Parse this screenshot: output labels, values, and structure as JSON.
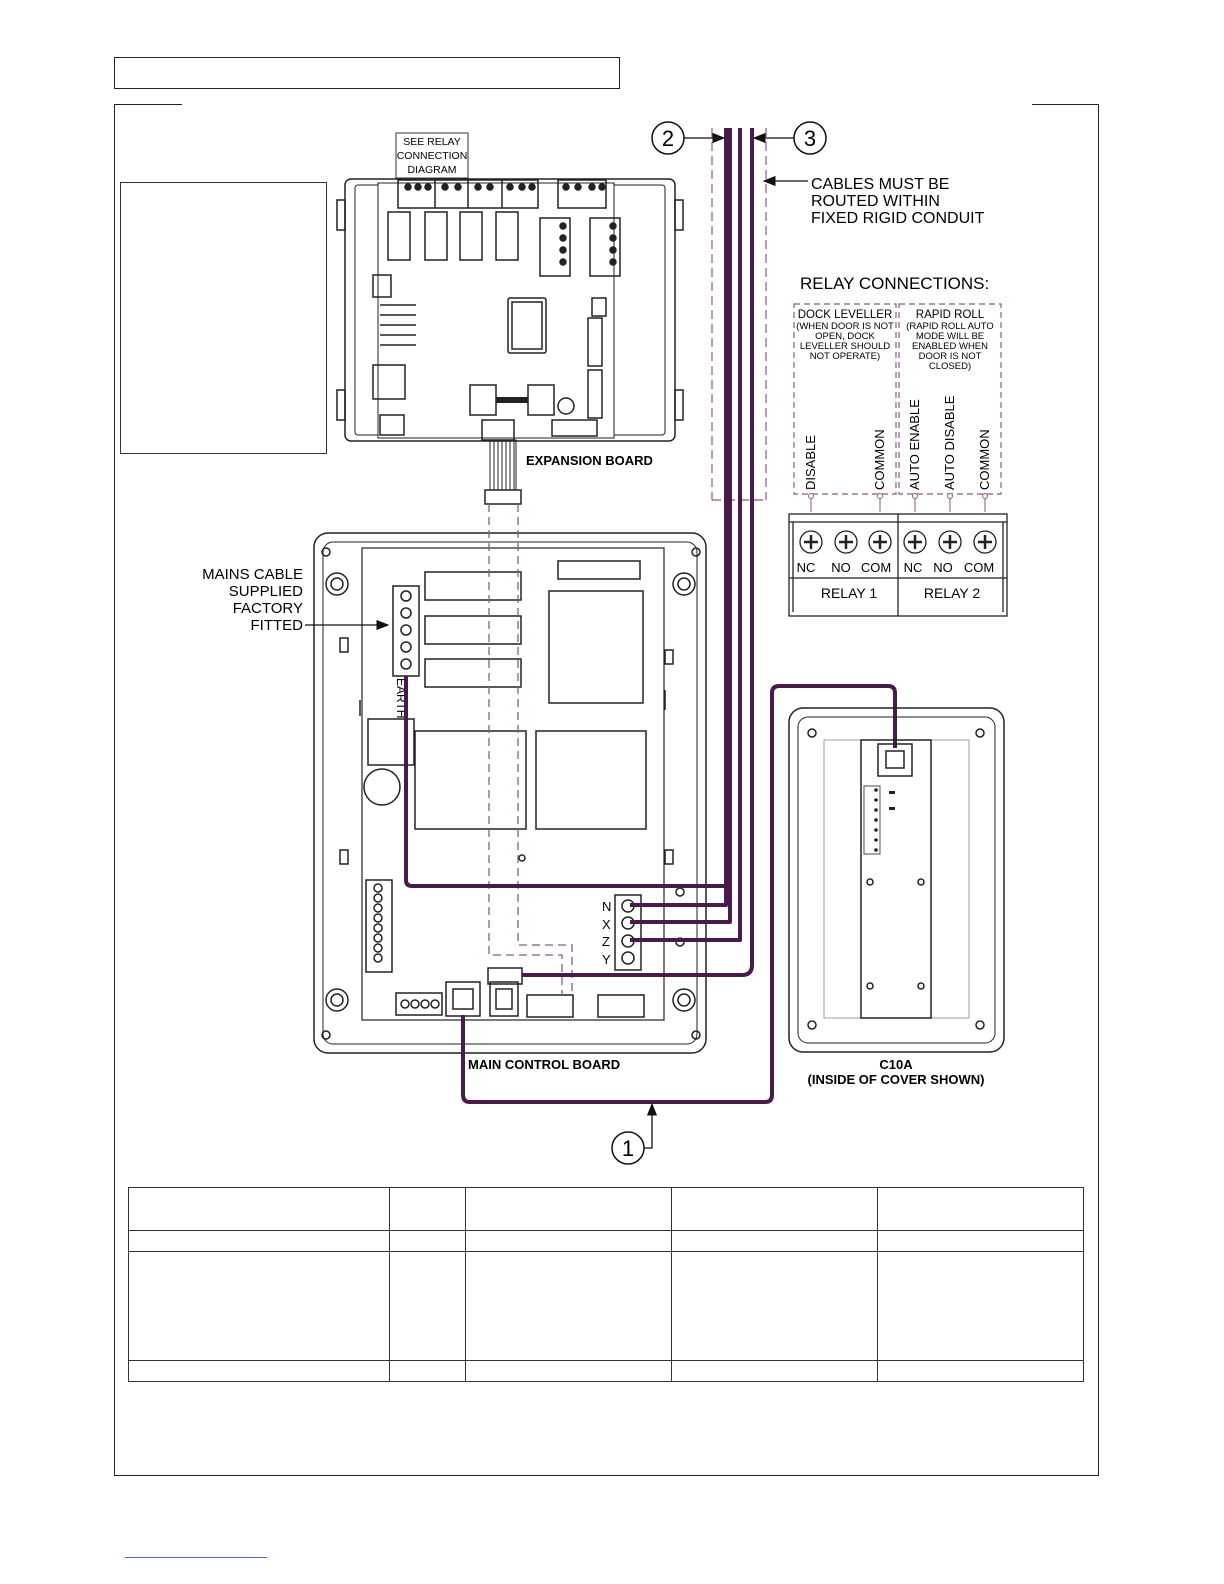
{
  "labels": {
    "see_relay_1": "SEE RELAY",
    "see_relay_2": "CONNECTION",
    "see_relay_3": "DIAGRAM",
    "expansion_board": "EXPANSION BOARD",
    "main_control_board": "MAIN CONTROL BOARD",
    "c10a": "C10A",
    "c10a_sub": "(INSIDE OF COVER SHOWN)",
    "cables_1": "CABLES MUST BE",
    "cables_2": "ROUTED WITHIN",
    "cables_3": "FIXED RIGID CONDUIT",
    "relay_connections": "RELAY CONNECTIONS:",
    "mains_1": "MAINS CABLE",
    "mains_2": "SUPPLIED",
    "mains_3": "FACTORY",
    "mains_4": "FITTED",
    "earth": "EARTH",
    "terminal_n": "N",
    "terminal_x": "X",
    "terminal_z": "Z",
    "terminal_y": "Y"
  },
  "callouts": {
    "c1": "1",
    "c2": "2",
    "c3": "3"
  },
  "relay": {
    "dock_title": "DOCK LEVELLER",
    "dock_note_1": "(WHEN DOOR IS NOT",
    "dock_note_2": "OPEN, DOCK",
    "dock_note_3": "LEVELLER SHOULD",
    "dock_note_4": "NOT OPERATE)",
    "rapid_title": "RAPID ROLL",
    "rapid_note_1": "(RAPID ROLL AUTO",
    "rapid_note_2": "MODE WILL BE",
    "rapid_note_3": "ENABLED WHEN",
    "rapid_note_4": "DOOR IS NOT",
    "rapid_note_5": "CLOSED)",
    "disable": "DISABLE",
    "common_1": "COMMON",
    "auto_enable": "AUTO ENABLE",
    "auto_disable": "AUTO DISABLE",
    "common_2": "COMMON",
    "nc_1": "NC",
    "no_1": "NO",
    "com_1": "COM",
    "nc_2": "NC",
    "no_2": "NO",
    "com_2": "COM",
    "relay_1": "RELAY 1",
    "relay_2": "RELAY 2"
  },
  "colors": {
    "cable": "#4a1a4a",
    "line": "#222222",
    "dash": "#8a5a8a"
  }
}
